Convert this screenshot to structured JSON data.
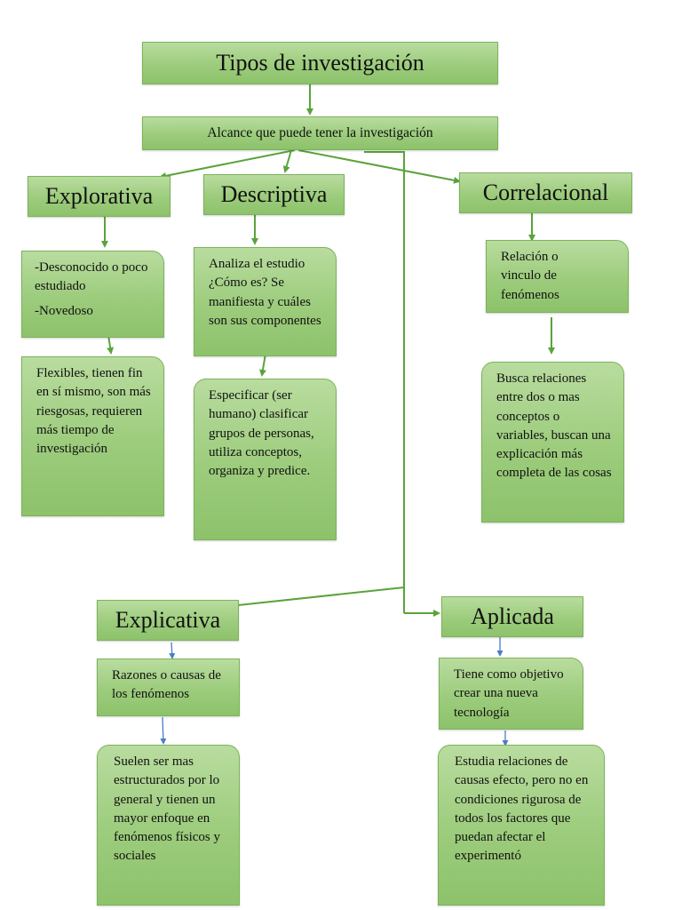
{
  "title": "Tipos de investigación",
  "scope": "Alcance que puede tener la investigación",
  "explorativa": {
    "title": "Explorativa",
    "point1": "-Desconocido o poco estudiado",
    "point2": "-Novedoso",
    "detail": "Flexibles, tienen fin en sí mismo, son más riesgosas, requieren más tiempo de investigación"
  },
  "descriptiva": {
    "title": "Descriptiva",
    "desc": "Analiza el estudio ¿Cómo es? Se manifiesta y cuáles son sus componentes",
    "detail": "Especificar (ser humano) clasificar grupos de personas, utiliza conceptos, organiza y predice."
  },
  "correlacional": {
    "title": "Correlacional",
    "desc": "Relación o vinculo de fenómenos",
    "detail": "Busca relaciones entre dos o mas conceptos o variables, buscan una explicación más completa de las cosas"
  },
  "explicativa": {
    "title": "Explicativa",
    "desc": "Razones o causas de los fenómenos",
    "detail": "Suelen ser mas estructurados por lo general y tienen un mayor enfoque en fenómenos físicos y sociales"
  },
  "aplicada": {
    "title": "Aplicada",
    "desc": "Tiene como objetivo crear una nueva tecnología",
    "detail": "Estudia relaciones de causas efecto, pero no en condiciones rigurosa de todos los factores que puedan afectar el experimentó"
  },
  "colors": {
    "connector_green": "#5aa33b",
    "connector_blue": "#4a7bc8",
    "node_fill": "#9ccc7c"
  }
}
